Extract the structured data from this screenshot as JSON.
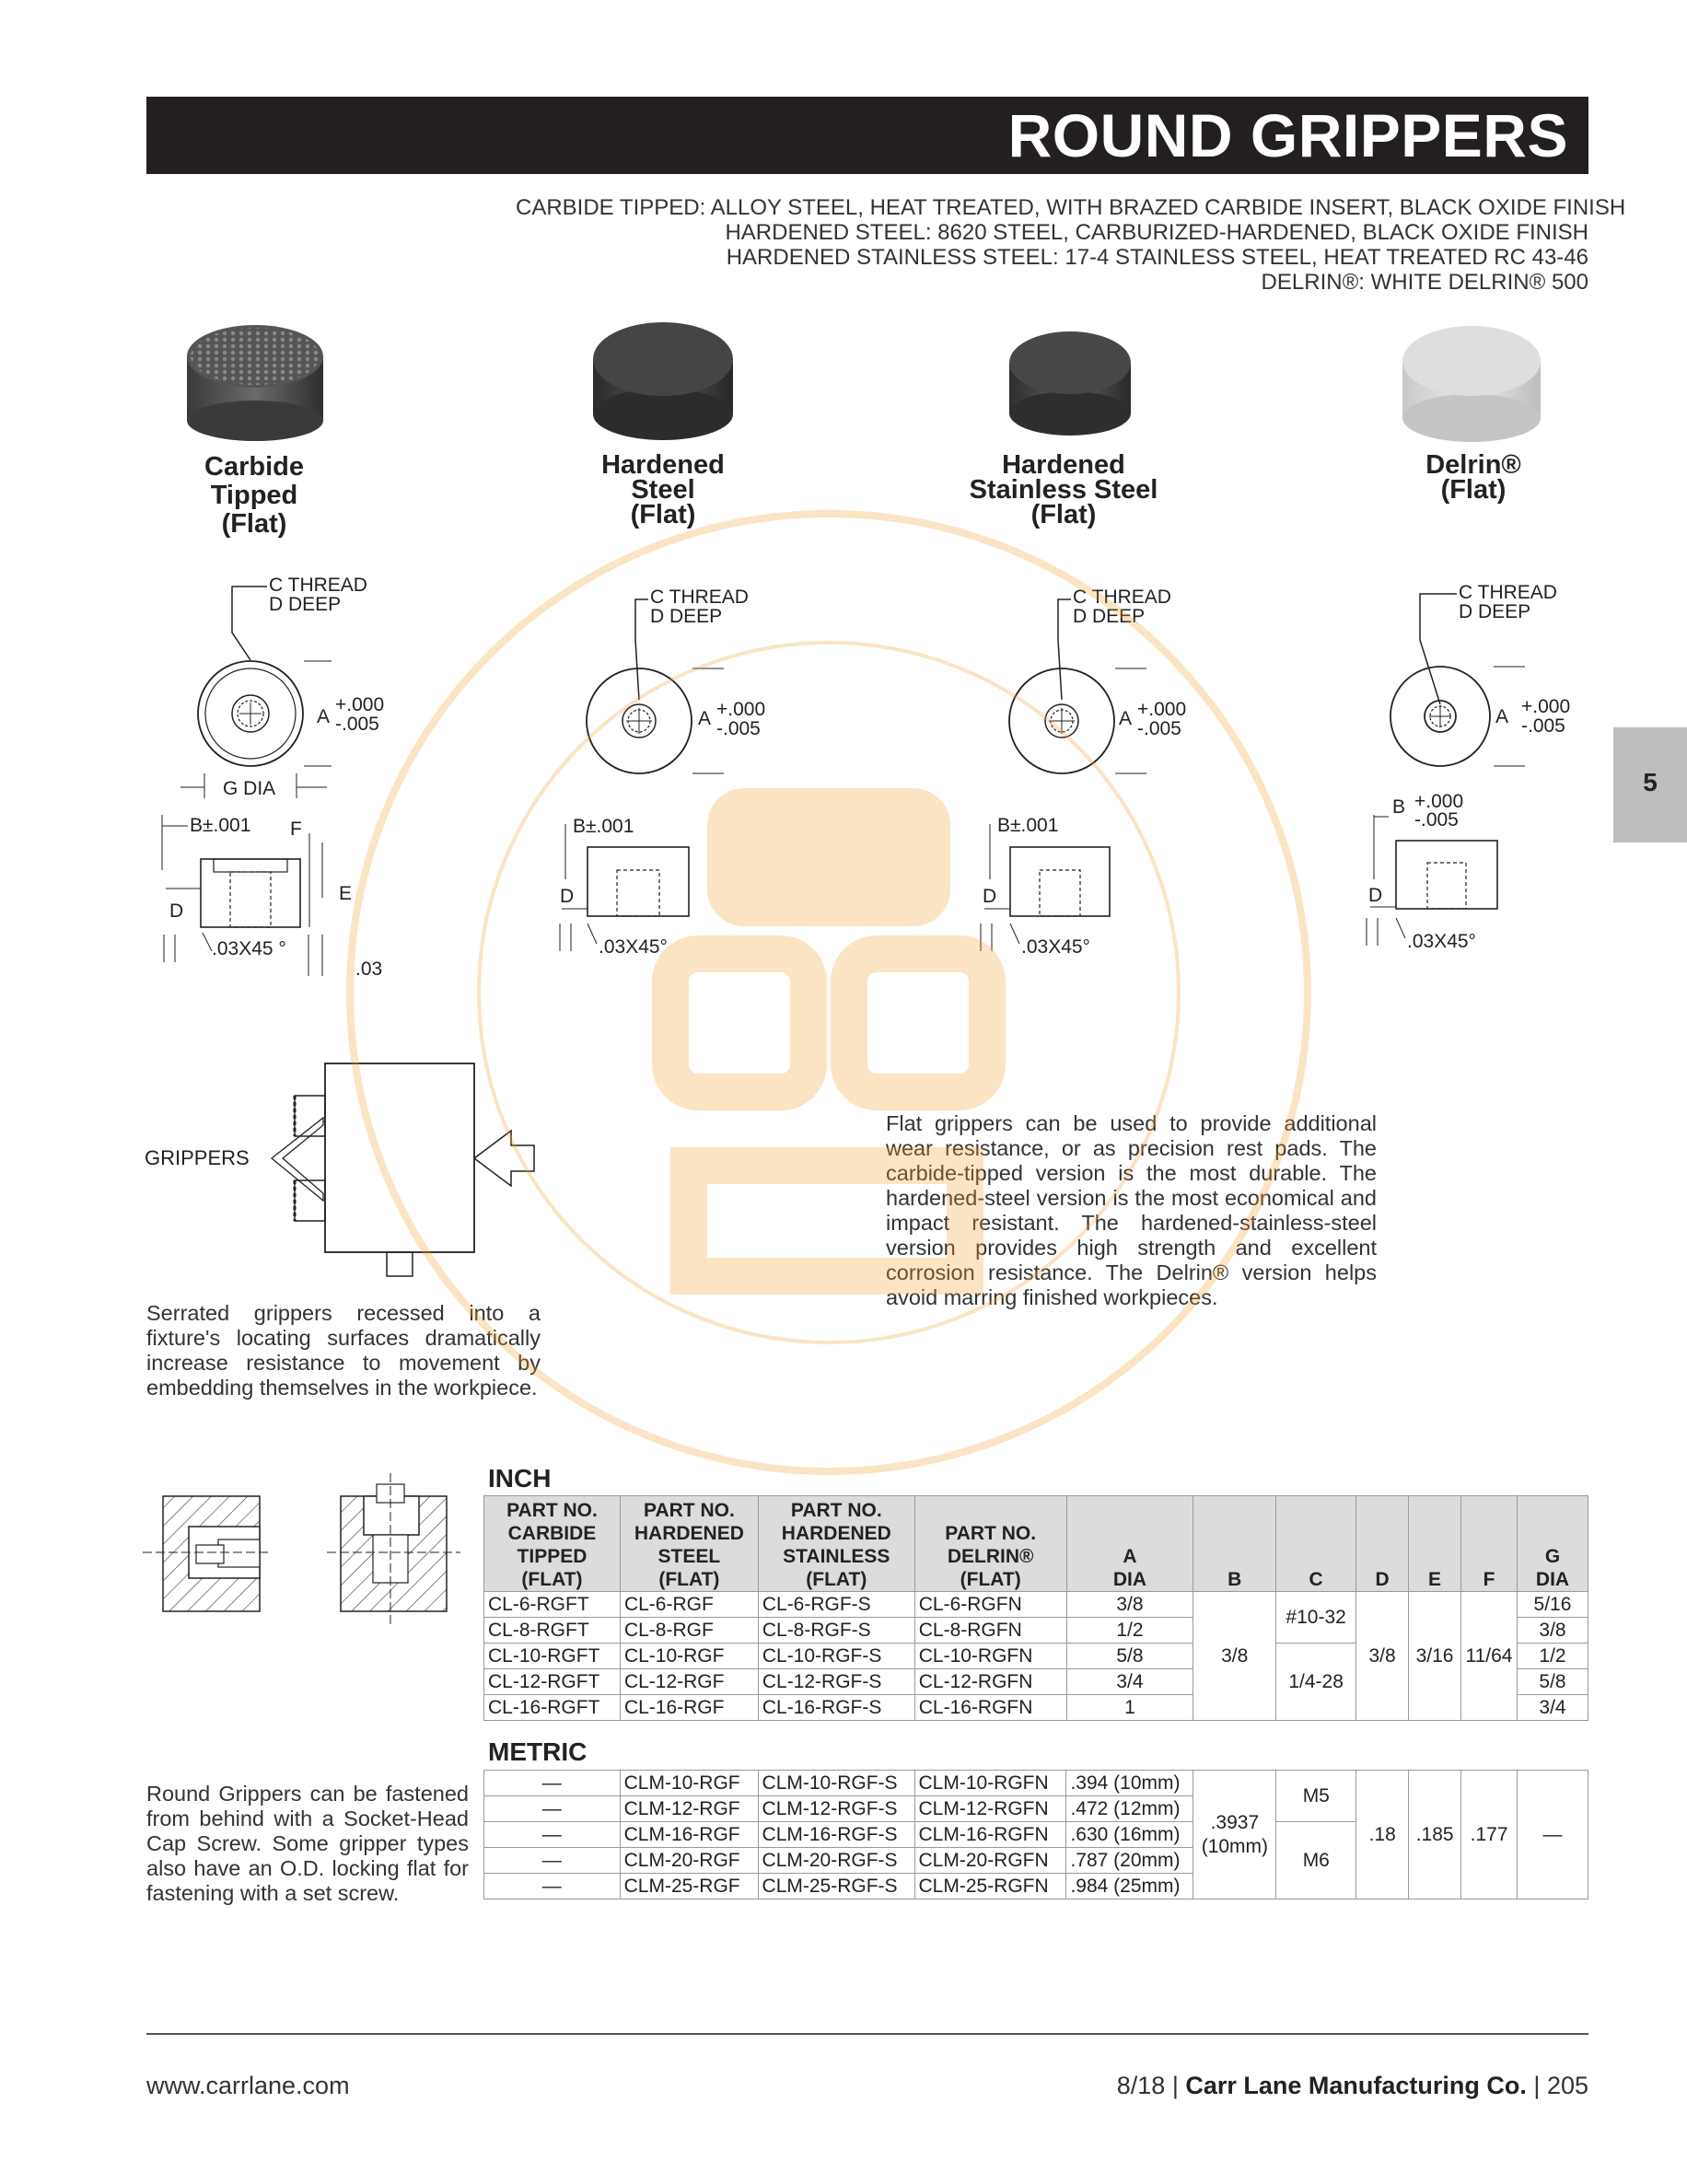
{
  "banner": {
    "title": "ROUND GRIPPERS"
  },
  "materials": [
    "CARBIDE TIPPED: ALLOY STEEL, HEAT TREATED, WITH BRAZED CARBIDE INSERT, BLACK OXIDE FINISH",
    "HARDENED STEEL: 8620 STEEL, CARBURIZED-HARDENED, BLACK OXIDE FINISH",
    "HARDENED STAINLESS STEEL: 17-4 STAINLESS STEEL, HEAT TREATED RC 43-46",
    "DELRIN®: WHITE DELRIN® 500"
  ],
  "products": [
    {
      "line1": "Carbide",
      "line2": "Tipped",
      "line3": "(Flat)"
    },
    {
      "line1": "Hardened",
      "line2": "Steel",
      "line3": "(Flat)"
    },
    {
      "line1": "Hardened",
      "line2": "Stainless Steel",
      "line3": "(Flat)"
    },
    {
      "line1": "Delrin®",
      "line2": "(Flat)",
      "line3": ""
    }
  ],
  "drawing_labels": {
    "c_thread": "C THREAD",
    "d_deep": "D DEEP",
    "a": "A",
    "tol_plus": "+.000",
    "tol_minus": "-.005",
    "g_dia": "G DIA",
    "b_tol": "B±.001",
    "b": "B",
    "d": "D",
    "e": "E",
    "f": "F",
    "chamfer": ".03X45°",
    "chamfer_short": ".03X45 °",
    "small_03": ".03",
    "grippers": "GRIPPERS"
  },
  "side_tab": "5",
  "paragraphs": {
    "serrated": "Serrated grippers recessed into a fixture's locating surfaces dramatically increase resistance to movement by embedding themselves in the workpiece.",
    "flat": "Flat grippers can be used to provide additional wear resistance, or as precision rest pads. The carbide-tipped version is the most durable. The hardened-steel version is the most economical and impact resistant. The hardened-stainless-steel version provides high strength and excellent corrosion resistance. The Delrin® version helps avoid marring finished workpieces.",
    "fasten": "Round Grippers can be fastened from behind with a Socket-Head Cap Screw. Some gripper types also have an O.D. locking flat for fastening with a set screw."
  },
  "inch": {
    "heading": "INCH",
    "headers": {
      "h1": [
        "PART NO.",
        "CARBIDE",
        "TIPPED",
        "(FLAT)"
      ],
      "h2": [
        "PART NO.",
        "HARDENED",
        "STEEL",
        "(FLAT)"
      ],
      "h3": [
        "PART NO.",
        "HARDENED",
        "STAINLESS",
        "(FLAT)"
      ],
      "h4": [
        "PART NO.",
        "DELRIN®",
        "(FLAT)"
      ],
      "a": [
        "A",
        "DIA"
      ],
      "b": "B",
      "c": "C",
      "d": "D",
      "e": "E",
      "f": "F",
      "g": [
        "G",
        "DIA"
      ]
    },
    "rows": [
      {
        "ct": "CL-6-RGFT",
        "hs": "CL-6-RGF",
        "ss": "CL-6-RGF-S",
        "dl": "CL-6-RGFN",
        "a": "3/8",
        "g": "5/16"
      },
      {
        "ct": "CL-8-RGFT",
        "hs": "CL-8-RGF",
        "ss": "CL-8-RGF-S",
        "dl": "CL-8-RGFN",
        "a": "1/2",
        "g": "3/8"
      },
      {
        "ct": "CL-10-RGFT",
        "hs": "CL-10-RGF",
        "ss": "CL-10-RGF-S",
        "dl": "CL-10-RGFN",
        "a": "5/8",
        "g": "1/2"
      },
      {
        "ct": "CL-12-RGFT",
        "hs": "CL-12-RGF",
        "ss": "CL-12-RGF-S",
        "dl": "CL-12-RGFN",
        "a": "3/4",
        "g": "5/8"
      },
      {
        "ct": "CL-16-RGFT",
        "hs": "CL-16-RGF",
        "ss": "CL-16-RGF-S",
        "dl": "CL-16-RGFN",
        "a": "1",
        "g": "3/4"
      }
    ],
    "merged": {
      "b": "3/8",
      "c_top": "#10-32",
      "c_bottom": "1/4-28",
      "d": "3/8",
      "e": "3/16",
      "f": "11/64"
    }
  },
  "metric": {
    "heading": "METRIC",
    "rows": [
      {
        "ct": "—",
        "hs": "CLM-10-RGF",
        "ss": "CLM-10-RGF-S",
        "dl": "CLM-10-RGFN",
        "a": ".394 (10mm)"
      },
      {
        "ct": "—",
        "hs": "CLM-12-RGF",
        "ss": "CLM-12-RGF-S",
        "dl": "CLM-12-RGFN",
        "a": ".472 (12mm)"
      },
      {
        "ct": "—",
        "hs": "CLM-16-RGF",
        "ss": "CLM-16-RGF-S",
        "dl": "CLM-16-RGFN",
        "a": ".630 (16mm)"
      },
      {
        "ct": "—",
        "hs": "CLM-20-RGF",
        "ss": "CLM-20-RGF-S",
        "dl": "CLM-20-RGFN",
        "a": ".787 (20mm)"
      },
      {
        "ct": "—",
        "hs": "CLM-25-RGF",
        "ss": "CLM-25-RGF-S",
        "dl": "CLM-25-RGFN",
        "a": ".984 (25mm)"
      }
    ],
    "merged": {
      "b_line1": ".3937",
      "b_line2": "(10mm)",
      "c_top": "M5",
      "c_bottom": "M6",
      "d": ".18",
      "e": ".185",
      "f": ".177",
      "g": "—"
    }
  },
  "footer": {
    "url": "www.carrlane.com",
    "date": "8/18",
    "company": "Carr Lane Manufacturing Co.",
    "page": "205",
    "sep": "|"
  },
  "colors": {
    "banner": "#231f20",
    "tab": "#bdbdbd",
    "table_header": "#dcdcdc",
    "watermark": "#f0a030"
  }
}
